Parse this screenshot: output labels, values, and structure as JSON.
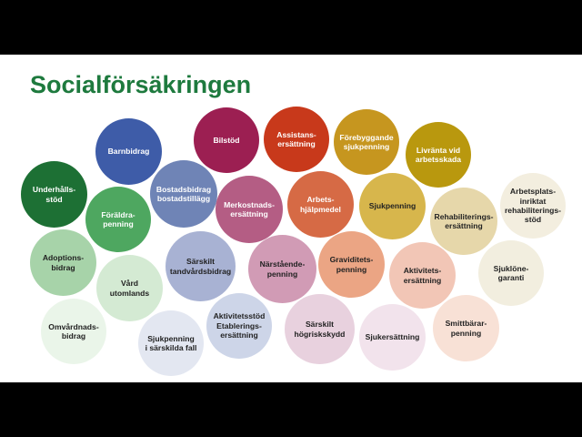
{
  "slide": {
    "title": "Socialförsäkringen"
  },
  "colors": {
    "title": "#1e7a3e",
    "frame": "#000000",
    "slide_background": "#ffffff"
  },
  "bubbles": [
    {
      "label": "Barnbidrag",
      "color": "#3e5ca8"
    },
    {
      "label": "Bilstöd",
      "color": "#9c1f52"
    },
    {
      "label": "Assistans-\nersättning",
      "color": "#c8391b"
    },
    {
      "label": "Förebyggande\nsjukpenning",
      "color": "#c6961f"
    },
    {
      "label": "Livränta vid\narbetsskada",
      "color": "#b9980e"
    },
    {
      "label": "Underhålls-\nstöd",
      "color": "#1d7034"
    },
    {
      "label": "Föräldra-\npenning",
      "color": "#4ea760"
    },
    {
      "label": "Bostadsbidrag\nbostadstillägg",
      "color": "#6f84b6"
    },
    {
      "label": "Merkostnads-\nersättning",
      "color": "#b45d84"
    },
    {
      "label": "Arbets-\nhjälpmedel",
      "color": "#d66a45"
    },
    {
      "label": "Sjukpenning",
      "color": "#d7b64c"
    },
    {
      "label": "Rehabiliterings-\nersättning",
      "color": "#e6d7aa"
    },
    {
      "label": "Arbetsplats-\ninriktat\nrehabiliterings-\nstöd",
      "color": "#f3eedf"
    },
    {
      "label": "Adoptions-\nbidrag",
      "color": "#a7d3a9"
    },
    {
      "label": "Vård\nutomlands",
      "color": "#d4ead3"
    },
    {
      "label": "Särskilt\ntandvårdsbidrag",
      "color": "#a8b2d3"
    },
    {
      "label": "Närstående-\npenning",
      "color": "#d19bb5"
    },
    {
      "label": "Graviditets-\npenning",
      "color": "#eba584"
    },
    {
      "label": "Aktivitets-\nersättning",
      "color": "#f2c6b6"
    },
    {
      "label": "Sjuklöne-\ngaranti",
      "color": "#f2eedf"
    },
    {
      "label": "Omvårdnads-\nbidrag",
      "color": "#eaf5e9"
    },
    {
      "label": "Sjukpenning\ni särskilda fall",
      "color": "#e3e7f1"
    },
    {
      "label": "Aktivitetsstöd\nEtablerings-\nersättning",
      "color": "#cdd5e8"
    },
    {
      "label": "Särskilt\nhögriskskydd",
      "color": "#e8d1de"
    },
    {
      "label": "Sjukersättning",
      "color": "#f2e3ec"
    },
    {
      "label": "Smittbärar-\npenning",
      "color": "#f8e1d6"
    }
  ]
}
